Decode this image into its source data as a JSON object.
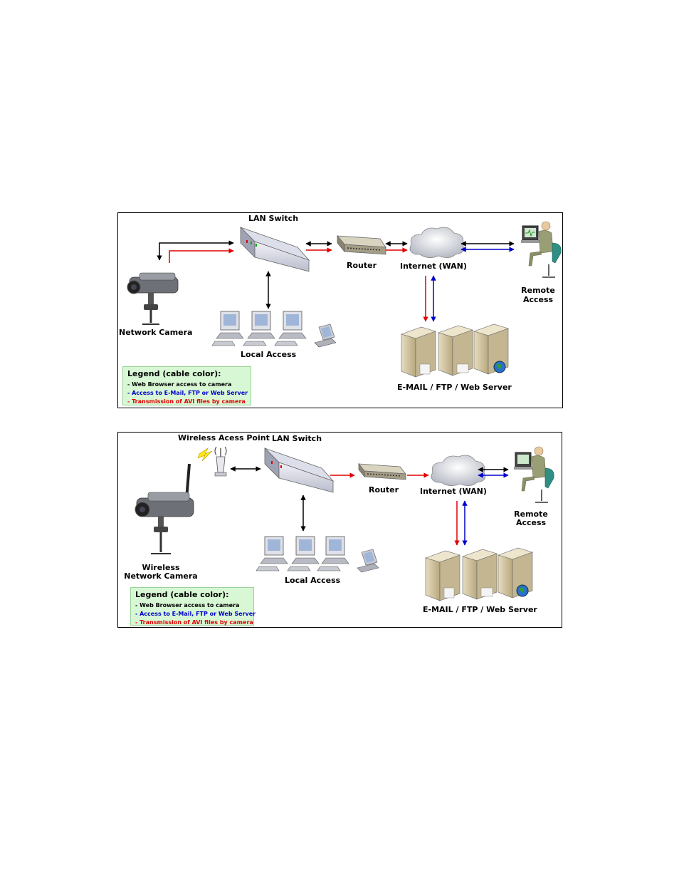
{
  "colors": {
    "web_browser": "#000000",
    "email_ftp_web": "#0000cc",
    "avi_transmission": "#e00000",
    "legend_bg": "#d8f7d4"
  },
  "diagram1": {
    "labels": {
      "lan_switch": "LAN Switch",
      "router": "Router",
      "internet": "Internet (WAN)",
      "remote_1": "Remote",
      "remote_2": "Access",
      "camera": "Network Camera",
      "local_access": "Local Access",
      "servers": "E-MAIL / FTP / Web Server"
    },
    "legend": {
      "title": "Legend (cable color):",
      "items": [
        "- Web Browser access to camera",
        "- Access to E-Mail, FTP or Web Server",
        "- Transmission of AVI files by camera"
      ]
    }
  },
  "diagram2": {
    "labels": {
      "wireless_ap": "Wireless Acess Point",
      "lan_switch": "LAN Switch",
      "router": "Router",
      "internet": "Internet (WAN)",
      "remote_1": "Remote",
      "remote_2": "Access",
      "camera_1": "Wireless",
      "camera_2": "Network Camera",
      "local_access": "Local Access",
      "servers": "E-MAIL / FTP / Web Server"
    },
    "legend": {
      "title": "Legend (cable color):",
      "items": [
        "- Web Browser access to camera",
        "- Access to E-Mail, FTP or Web Server",
        "- Transmission of AVI files by camera"
      ]
    }
  }
}
